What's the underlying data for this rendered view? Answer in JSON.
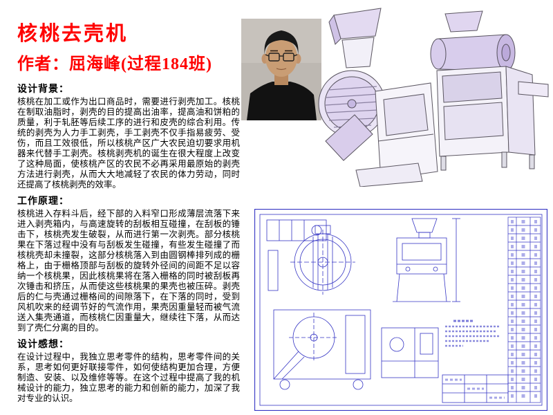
{
  "slide": {
    "title": "核桃去壳机",
    "author": "作者：屈海峰(过程184班)",
    "sections": [
      {
        "heading": "设计背景：",
        "body": "核桃在加工或作为出口商品时，需要进行剥壳加工。核桃在制取油脂时，剥壳的目的提高出油率，提高油和饼粕的质量，利于轧胚等后续工序的进行和皮壳的综合利用。传统的剥壳为人力手工剥壳，手工剥壳不仅手指易疲劳、受伤，而且工效很低，所以核桃产区广大农民迫切要求用机器来代替手工剥壳。核桃剥壳机的诞生在很大程度上改变了这种局面，使核桃产区的农民不必再采用最原始的剥壳方法进行剥壳，从而大大地减轻了农民的体力劳动，同时还提高了核桃剥壳的效率。"
      },
      {
        "heading": "工作原理：",
        "body": "核桃进入存料斗后，经下部的入料窄口形成薄层流落下来进入剥壳箱内，与高速旋转的刮板相互碰撞，在刮板的锤击下，核桃壳发生破裂，从而进行第一次剥壳。部分核桃果在下落过程中没有与刮板发生碰撞，有些发生碰撞了而核桃壳却未撞裂，这部分核桃落入到由圆钢棒排列成的栅格上，由于栅格顶部与刮板的旋转外径间的间距不足以容纳一个核桃果，因此核桃果将在落入栅格的同时被刮板再次锤击和挤压，从而使这些核桃果的果壳也被压碎。剥壳后的仁与壳通过栅格间的间隙落下，在下落的同时，受到风机吹来的经调节好的气流作用，果壳因重量轻而被气流送入集壳通道，而核桃仁因重量大，继续往下落，从而达到了壳仁分离的目的。"
      },
      {
        "heading": "设计感想：",
        "body": "在设计过程中，我独立思考零件的结构，思考零件间的关系，思考如何更好联接零件，如何使结构更加合理，方便制造、安装、以及维修等等。在这个过程中提高了我的机械设计的能力，独立思考的能力和创新的能力，加深了我对专业的认识。"
      }
    ]
  },
  "colors": {
    "accent_red": "#ff0000",
    "cad_lavender": "#dcd2ee",
    "drawing_blue": "#3434c4"
  }
}
